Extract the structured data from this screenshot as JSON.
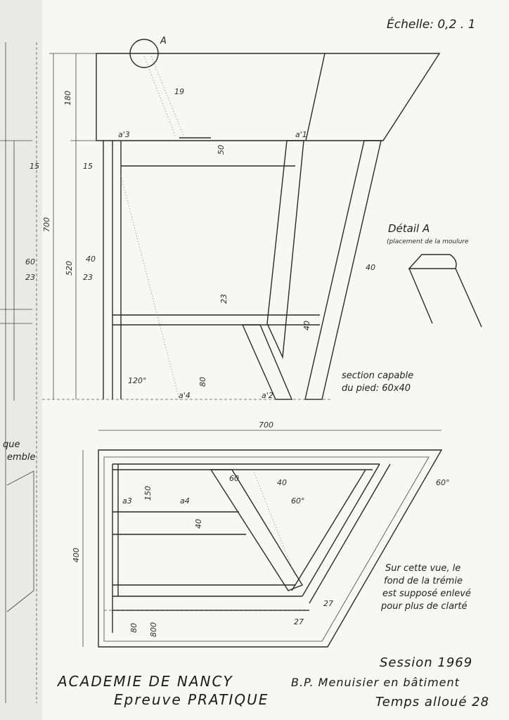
{
  "sheet": {
    "scale": "Échelle: 0,2 . 1",
    "detail_title": "Détail A",
    "detail_sub": "(placement de la moulure",
    "detail_mark": "A",
    "section_line1": "section capable",
    "section_line2": "du pied: 60x40",
    "note_lines": [
      "Sur cette vue, le",
      "fond de la trémie",
      "est supposé enlevé",
      "pour plus de clarté"
    ],
    "left_fragment_1": "que",
    "left_fragment_2": "emble",
    "session": "Session 1969",
    "academy": "ACADEMIE DE NANCY",
    "diploma": "B.P. Menuisier en bâtiment",
    "exam": "Epreuve PRATIQUE",
    "time": "Temps alloué 28"
  },
  "dims": {
    "d180": "180",
    "d19": "19",
    "d50": "50",
    "d15a": "15",
    "d15b": "15",
    "d700v": "700",
    "d520": "520",
    "d40a": "40",
    "d23a": "23",
    "d40b": "40",
    "d23b": "23",
    "d40c": "40",
    "d60l": "60",
    "d23l": "23",
    "d120": "120°",
    "d80": "80",
    "d700h": "700",
    "d60deg_a": "60°",
    "d60deg_b": "60°",
    "d60p": "60",
    "d40p": "40",
    "d150": "150",
    "d40q": "40",
    "d400": "400",
    "d80b": "80",
    "d800": "800",
    "d27a": "27",
    "d27b": "27",
    "a1": "a'1",
    "a2": "a'2",
    "a3": "a'3",
    "a4": "a'4",
    "a4b": "a4",
    "a3b": "a3"
  }
}
